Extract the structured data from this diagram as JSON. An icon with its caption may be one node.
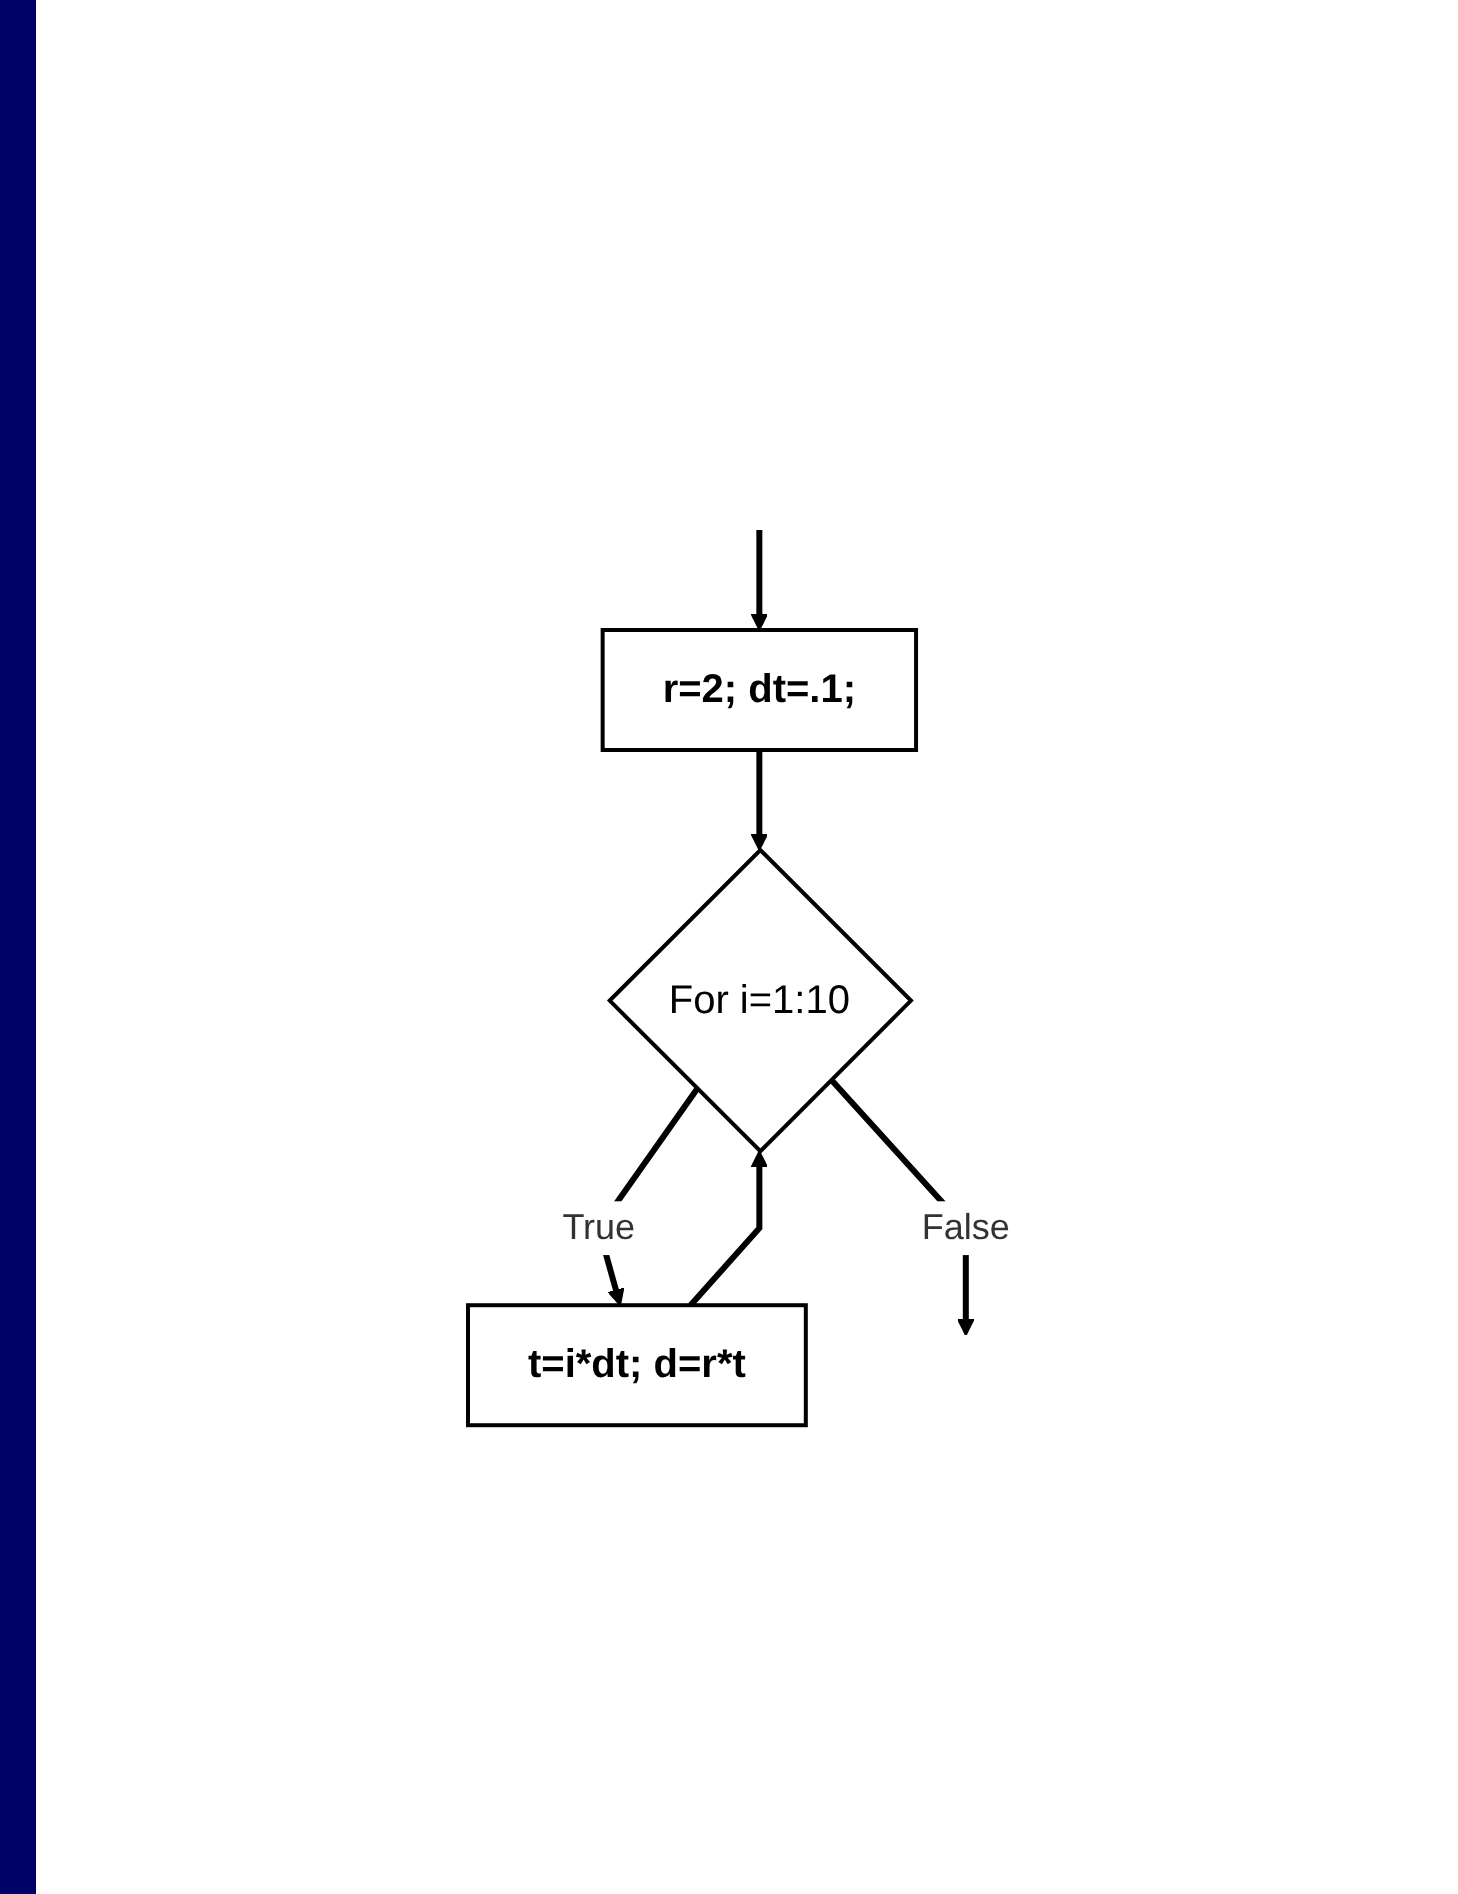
{
  "diagram": {
    "nodes": [
      {
        "text": [
          "r=2; dt=.1;"
        ]
      },
      {
        "text": [
          "For i=1:10"
        ]
      },
      {
        "text": [
          "t=i*dt; d=r*t"
        ]
      }
    ],
    "edges": [
      {
        "from": null,
        "to": 0,
        "arrow": "to"
      },
      {
        "from": 0,
        "to": 1,
        "arrow": "to"
      },
      {
        "from": 1,
        "to": 2,
        "label": "True",
        "arrow": "to"
      },
      {
        "from": 2,
        "to": 1,
        "arrow": "to"
      },
      {
        "from": 1,
        "to": null,
        "label": "False",
        "arrow": "to"
      }
    ]
  }
}
